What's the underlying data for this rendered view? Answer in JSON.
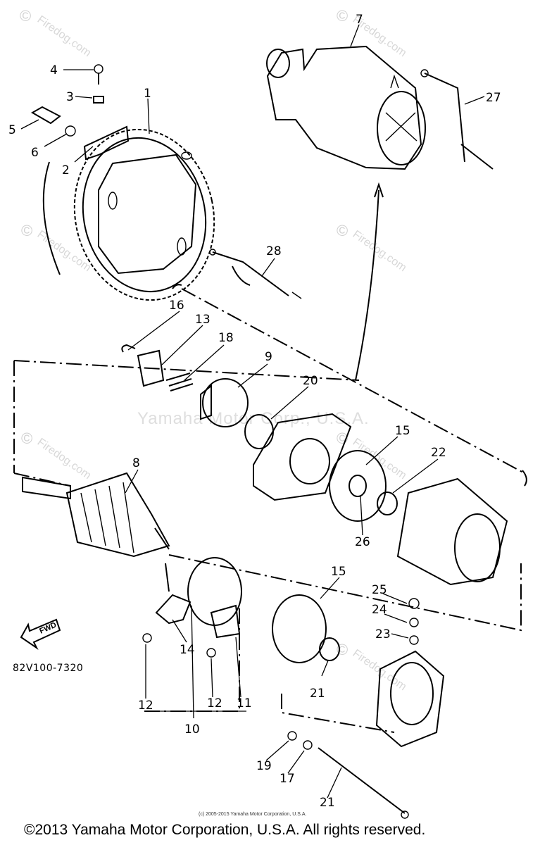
{
  "diagram": {
    "part_labels": [
      "1",
      "2",
      "3",
      "4",
      "5",
      "6",
      "7",
      "8",
      "9",
      "10",
      "11",
      "12",
      "12",
      "13",
      "14",
      "15",
      "15",
      "16",
      "17",
      "18",
      "19",
      "20",
      "21",
      "21",
      "22",
      "23",
      "24",
      "25",
      "26",
      "27",
      "28"
    ],
    "figure_code": "82V100-7320",
    "direction_arrow": "FWD",
    "watermark_site": "Firedog.com",
    "watermark_company": "Yamaha Motor Corp., U.S.A.",
    "fine_print": "(c) 2005-2015 Yamaha Motor Corporation, U.S.A.",
    "copyright": "©2013 Yamaha Motor Corporation, U.S.A. All rights reserved."
  }
}
